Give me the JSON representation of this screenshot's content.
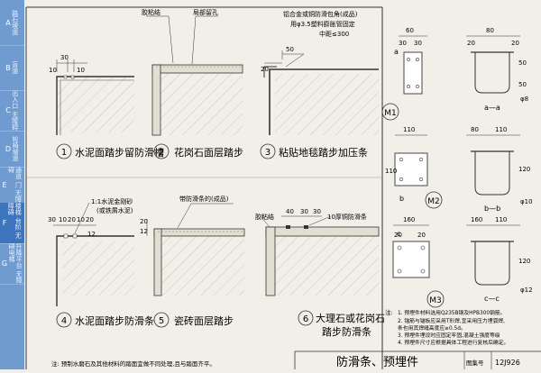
{
  "sidebar": [
    {
      "letter": "A",
      "text": "路石坡道"
    },
    {
      "letter": "B",
      "text": "盲道"
    },
    {
      "letter": "C",
      "text": "出入口 无障碍"
    },
    {
      "letter": "D",
      "text": "轮椅坡道"
    },
    {
      "letter": "E",
      "text": "通道 门 无障碍"
    },
    {
      "letter": "F",
      "text": "楼梯 台阶 无障碍"
    },
    {
      "letter": "G",
      "text": "升降平台 无障碍电梯"
    }
  ],
  "details": {
    "d1": {
      "num": "1",
      "caption": "水泥面踏步留防滑槽",
      "dims": [
        "30",
        "10",
        "10"
      ]
    },
    "d2": {
      "num": "2",
      "caption": "花岗石面层踏步",
      "notes": [
        "胶粘结",
        "局部留孔"
      ]
    },
    "d3": {
      "num": "3",
      "caption": "粘贴地毯踏步加压条",
      "notes": [
        "铝合金或铜防滑包角(成品)",
        "用φ3.5塑料膨胀管固定",
        "中距≤300"
      ],
      "dims": [
        "20",
        "50"
      ]
    },
    "d4": {
      "num": "4",
      "caption": "水泥面踏步防滑条",
      "notes": [
        "1:1水泥金刚砂",
        "(或铁屑水泥)"
      ],
      "dims": [
        "30",
        "10",
        "20",
        "10",
        "20",
        "12"
      ]
    },
    "d5": {
      "num": "5",
      "caption": "瓷砖面层踏步",
      "notes": [
        "带防滑条的(成品)"
      ],
      "dims": [
        "20",
        "12"
      ]
    },
    "d6": {
      "num": "6",
      "caption1": "大理石或花岗石",
      "caption2": "踏步防滑条",
      "notes": [
        "胶粘结",
        "10厚铜防滑条"
      ],
      "dims": [
        "40",
        "30",
        "30"
      ]
    }
  },
  "parts": {
    "m1": {
      "label": "M1",
      "sec_letter": "a",
      "sec_label": "a—a",
      "dims": [
        "60",
        "30",
        "30",
        "80",
        "20",
        "20",
        "50",
        "50"
      ],
      "dia": "φ8"
    },
    "m2": {
      "label": "M2",
      "sec_letter": "b",
      "sec_label": "b—b",
      "dims": [
        "110",
        "110",
        "80",
        "110",
        "120"
      ],
      "dia": "φ10"
    },
    "m3": {
      "label": "M3",
      "sec_letter": "c",
      "sec_label": "c—c",
      "dims": [
        "160",
        "20",
        "20",
        "160",
        "110",
        "120"
      ],
      "dia": "φ12"
    }
  },
  "notes": {
    "head": "注:",
    "items": [
      "1. 预埋件材料选用Q235B钢及HPB300钢筋。",
      "2. 锚筋与锚板应采用T形焊,宜采用压力埋弧焊,",
      "   条也用其焊缝高度应≥0.5d。",
      "3. 预埋件埋设时应固定牢固,混凝土强度等级",
      "4. 预埋件尺寸应根据具体工程进行复核后确定。"
    ]
  },
  "footer_note": "注: 预制水磨石及其他材料的踏面宜做不同处理,且与踏面齐平。",
  "title_block": {
    "title": "防滑条、预埋件",
    "fig_label": "图集号",
    "fig_no": "12J926"
  }
}
